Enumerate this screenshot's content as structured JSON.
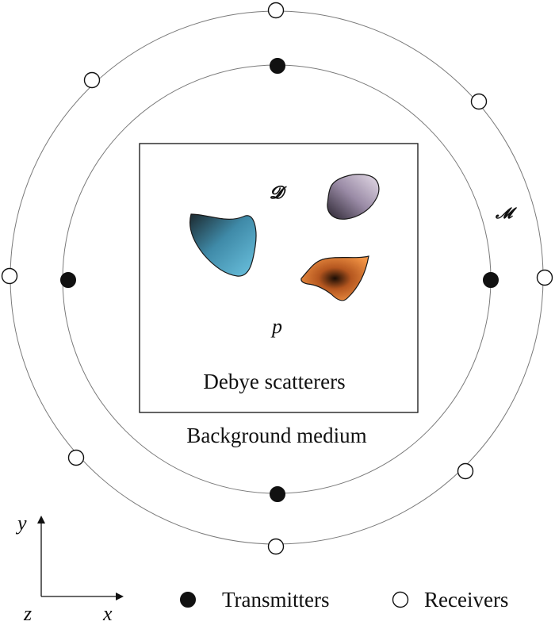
{
  "labels": {
    "domain_symbol": "𝓓",
    "measurement_symbol": "𝓜",
    "point_label": "p",
    "scatterers_caption": "Debye scatterers",
    "background_caption": "Background medium"
  },
  "axes": {
    "y": "y",
    "x": "x",
    "z": "z"
  },
  "legend": {
    "transmitters": "Transmitters",
    "receivers": "Receivers"
  },
  "colors": {
    "scatterer_blue": "#4aa3c4",
    "scatterer_purple": "#b5a6c2",
    "scatterer_orange": "#e9803a"
  }
}
